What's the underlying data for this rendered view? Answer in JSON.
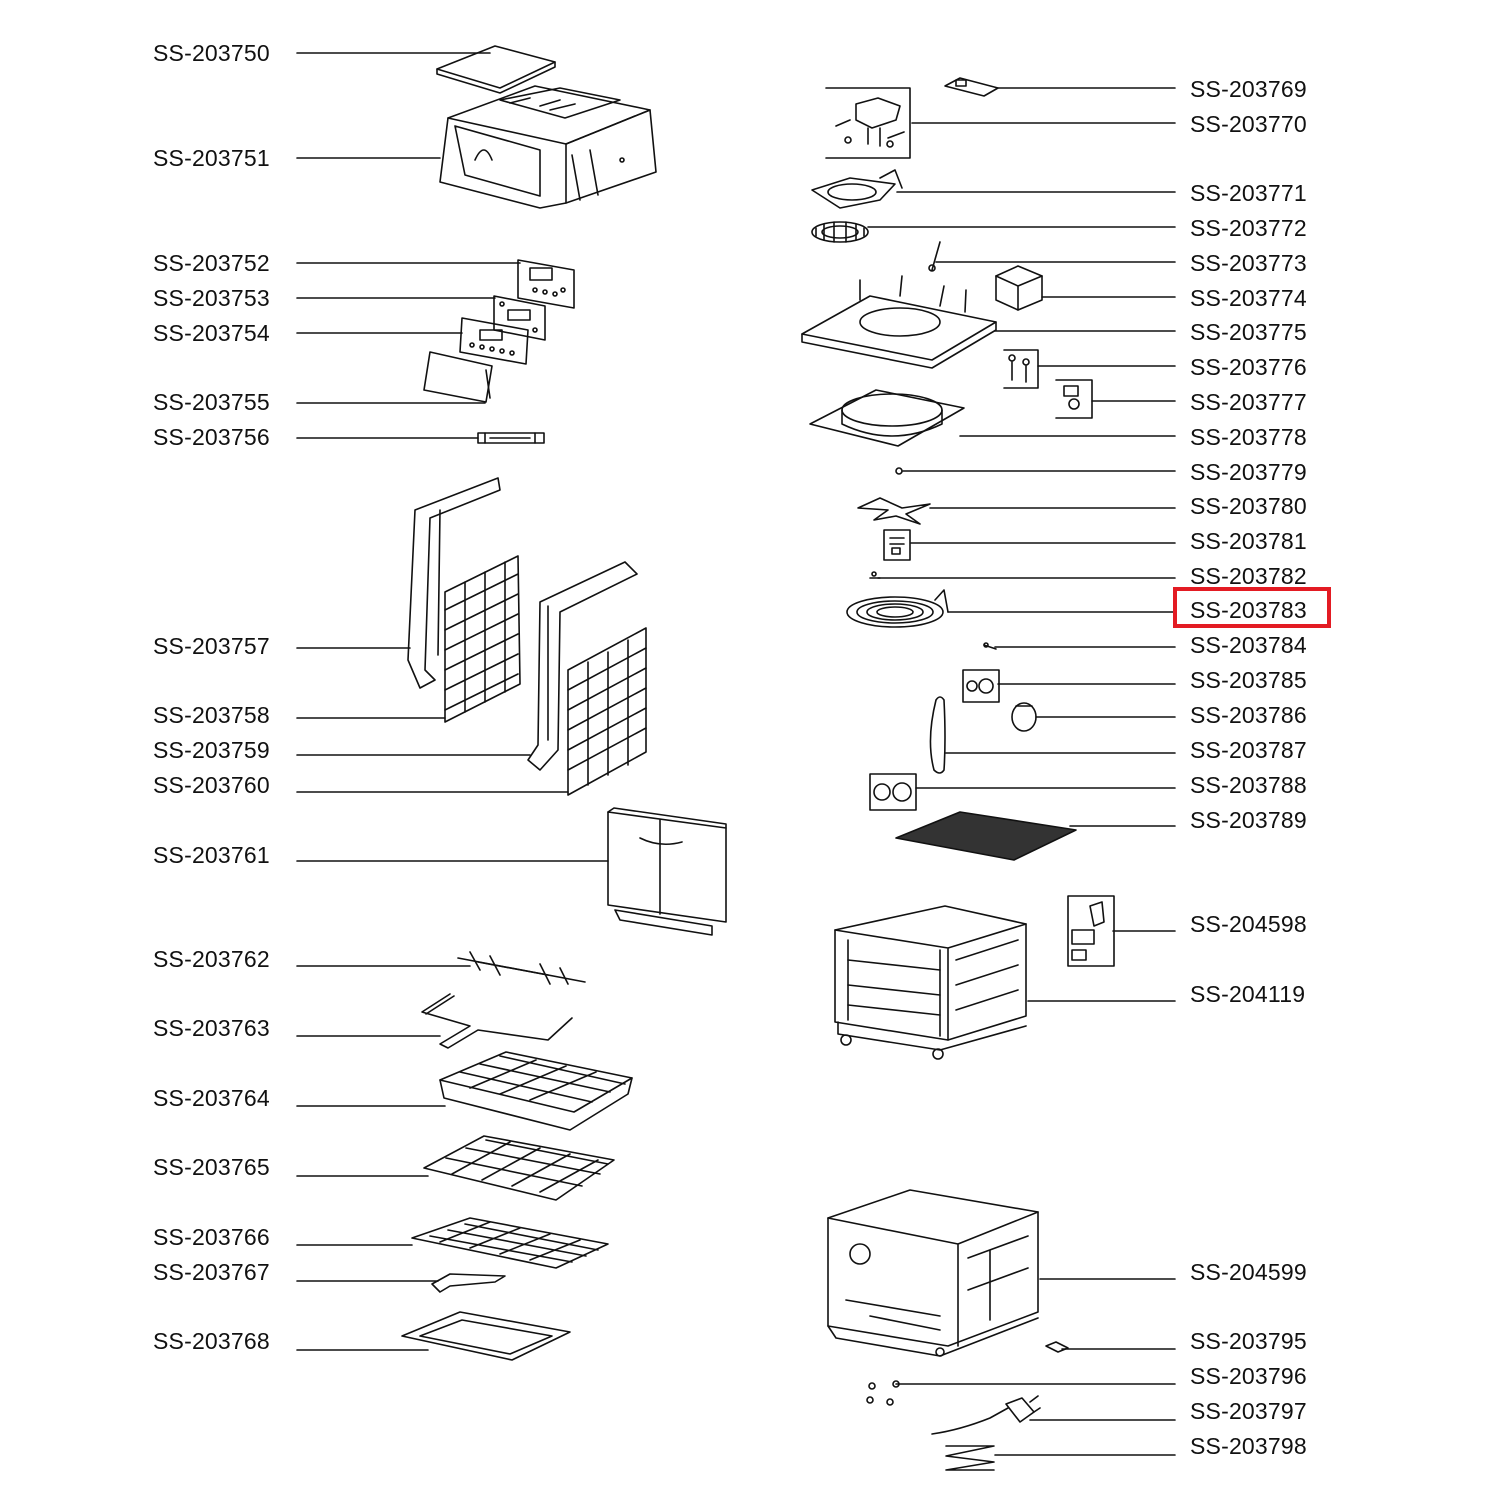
{
  "left_labels": [
    "SS-203750",
    "SS-203751",
    "SS-203752",
    "SS-203753",
    "SS-203754",
    "SS-203755",
    "SS-203756",
    "SS-203757",
    "SS-203758",
    "SS-203759",
    "SS-203760",
    "SS-203761",
    "SS-203762",
    "SS-203763",
    "SS-203764",
    "SS-203765",
    "SS-203766",
    "SS-203767",
    "SS-203768"
  ],
  "right_labels": [
    "SS-203769",
    "SS-203770",
    "SS-203771",
    "SS-203772",
    "SS-203773",
    "SS-203774",
    "SS-203775",
    "SS-203776",
    "SS-203777",
    "SS-203778",
    "SS-203779",
    "SS-203780",
    "SS-203781",
    "SS-203782",
    "SS-203783",
    "SS-203784",
    "SS-203785",
    "SS-203786",
    "SS-203787",
    "SS-203788",
    "SS-203789",
    "SS-204598",
    "SS-204119",
    "SS-204599",
    "SS-203795",
    "SS-203796",
    "SS-203797",
    "SS-203798"
  ],
  "highlighted_label": "SS-203783",
  "colors": {
    "highlight": "#e31b23",
    "line": "#111111"
  }
}
